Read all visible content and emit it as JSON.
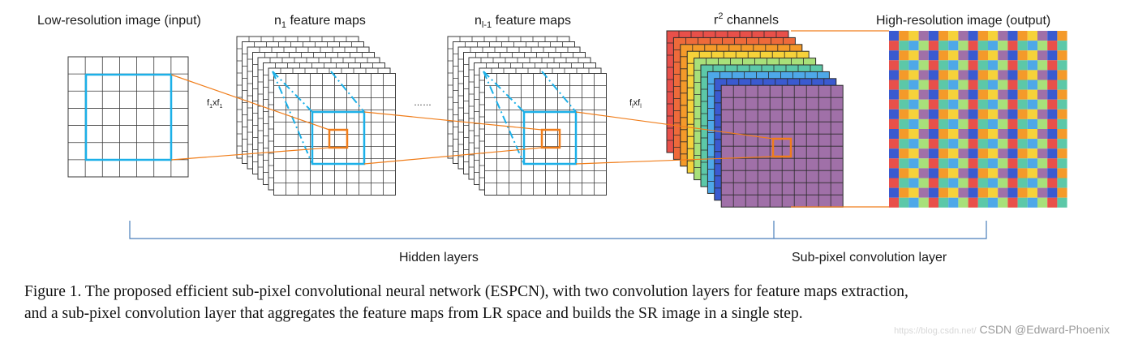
{
  "labels": {
    "low_res": "Low-resolution image (input)",
    "n1_prefix": "n",
    "n1_sub": "1",
    "n1_suffix": " feature maps",
    "nl_prefix": "n",
    "nl_sub": "l-1",
    "nl_suffix": " feature maps",
    "r2_prefix": "r",
    "r2_sup": "2",
    "r2_suffix": " channels",
    "high_res": "High-resolution image (output)",
    "f1_a": "f",
    "f1_a_sub": "1",
    "f1_x": "xf",
    "f1_b_sub": "1",
    "fl_a": "f",
    "fl_a_sub": "l",
    "fl_x": "xf",
    "fl_b_sub": "l",
    "ellipsis": "……",
    "hidden_layers": "Hidden layers",
    "subpixel_layer": "Sub-pixel convolution layer"
  },
  "caption": {
    "line1": "Figure 1. The proposed efficient sub-pixel convolutional neural network (ESPCN), with two convolution layers for feature maps extraction,",
    "line2": "and a sub-pixel convolution layer that aggregates the feature maps from LR space and builds the SR image in a single step."
  },
  "watermark": {
    "faint": "https://blog.csdn.net/",
    "text": "CSDN @Edward-Phoenix"
  },
  "colors": {
    "grid": "#3a3a3a",
    "kernel_blue": "#1cb0e8",
    "kernel_orange": "#f07d1a",
    "bracket": "#4a7ebb",
    "channel_stack": [
      "#e8504a",
      "#ee6a3a",
      "#f49a2a",
      "#f6d23a",
      "#a8e07a",
      "#5cc8a8",
      "#4ea8e8",
      "#3a5ad0",
      "#a070a8"
    ],
    "mosaic": [
      "#3a5ad0",
      "#f49a2a",
      "#f6d23a",
      "#a070a8",
      "#e8504a",
      "#5cc8a8",
      "#4ea8e8",
      "#a8e07a"
    ]
  }
}
